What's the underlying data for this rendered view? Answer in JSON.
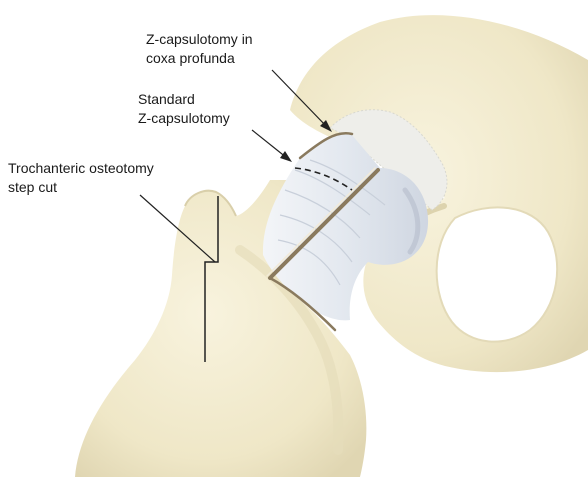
{
  "labels": {
    "coxa_profunda": {
      "line1": "Z-capsulotomy in",
      "line2": "coxa profunda"
    },
    "standard": {
      "line1": "Standard",
      "line2": "Z-capsulotomy"
    },
    "trochanteric": {
      "line1": "Trochanteric osteotomy",
      "line2": "step cut"
    }
  },
  "colors": {
    "bone": "#f4eed2",
    "bone_shadow": "#e2d9b6",
    "capsule": "#e7ebf1",
    "capsule_shadow": "#c9d0dc",
    "cut_edge": "#8a7a5e",
    "line": "#222222"
  }
}
